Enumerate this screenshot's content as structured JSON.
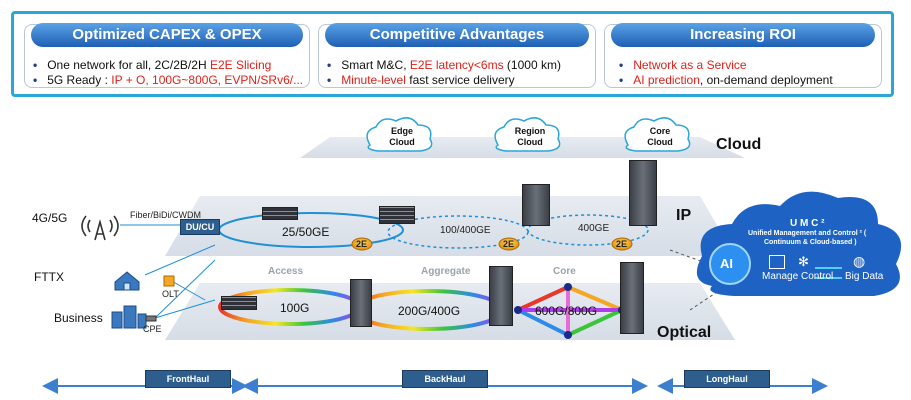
{
  "cards": [
    {
      "title": "Optimized CAPEX & OPEX",
      "bullets": [
        {
          "parts": [
            "One network for all,  2C/2B/2H ",
            "E2E Slicing"
          ]
        },
        {
          "parts": [
            "5G Ready : ",
            "IP + O, 100G~800G, EVPN/SRv6/..."
          ]
        }
      ]
    },
    {
      "title": "Competitive Advantages",
      "bullets": [
        {
          "parts": [
            "Smart M&C, ",
            "E2E latency<6ms",
            " (1000 km)"
          ]
        },
        {
          "parts": [
            "Minute-level",
            " fast service delivery"
          ]
        }
      ]
    },
    {
      "title": "Increasing ROI",
      "bullets": [
        {
          "parts": [
            "Network as a Service"
          ]
        },
        {
          "parts": [
            "AI prediction",
            ", on-demand deployment"
          ]
        }
      ]
    }
  ],
  "clouds": [
    "Edge\nCloud",
    "Region\nCloud",
    "Core\nCloud"
  ],
  "layers": {
    "cloud": "Cloud",
    "ip": "IP",
    "optical": "Optical"
  },
  "access_labels": {
    "g45": "4G/5G",
    "fiber": "Fiber/BiDi/CWDM",
    "ducu": "DU/CU",
    "fttx": "FTTX",
    "olt": "OLT",
    "business": "Business",
    "cpe": "CPE"
  },
  "ip_rings": {
    "r1": "25/50GE",
    "r2": "100/400GE",
    "r3": "400GE"
  },
  "stages": {
    "access": "Access",
    "aggregate": "Aggregate",
    "core": "Core"
  },
  "optical_rings": {
    "o1": "100G",
    "o2": "200G/400G",
    "o3": "600G/800G"
  },
  "badge": "2E",
  "umc": {
    "title": "U M C ²",
    "sub1": "Unified Management and Control ² (",
    "sub2": "Continuum & Cloud-based )",
    "ai": "AI",
    "manage": "Manage",
    "control": "Control",
    "bigdata": "Big Data"
  },
  "haul": {
    "front": "FrontHaul",
    "back": "BackHaul",
    "long": "LongHaul"
  },
  "colors": {
    "frame": "#2ba6d8",
    "accent_red": "#e0201a",
    "haul_box": "#2d5e8e",
    "umc_cloud": "#1e63c4"
  }
}
